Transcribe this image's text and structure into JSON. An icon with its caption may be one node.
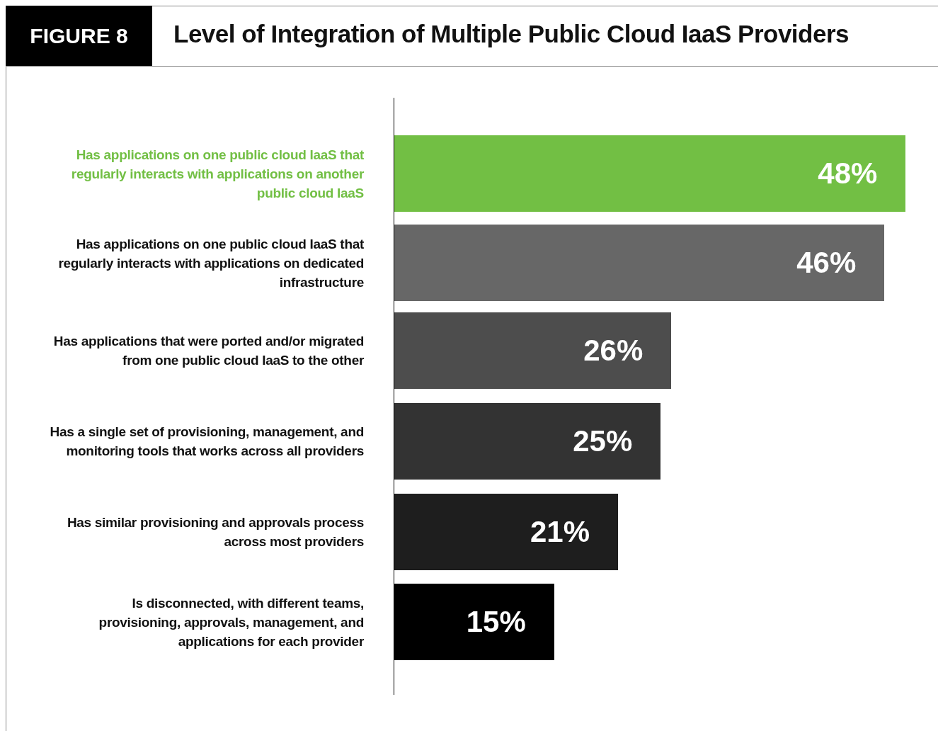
{
  "diagram": {
    "title": "Level of Integration of Multiple Public Cloud IaaS Providers",
    "labels": [
      "FIGURE 8"
    ],
    "chart_data": {
      "type": "bar",
      "orientation": "horizontal",
      "categories": [
        "Has applications on one public cloud IaaS that regularly interacts with applications on another public cloud IaaS",
        "Has applications on one public cloud IaaS that regularly interacts with applications on dedicated infrastructure",
        "Has applications that were ported and/or migrated from one public cloud IaaS to the other",
        "Has a single set of provisioning, management, and monitoring tools that works across all providers",
        "Has similar provisioning and approvals process across most providers",
        "Is disconnected, with different teams, provisioning, approvals, management, and applications for each provider"
      ],
      "values": [
        48,
        46,
        26,
        25,
        21,
        15
      ],
      "value_labels": [
        "48%",
        "46%",
        "26%",
        "25%",
        "21%",
        "15%"
      ]
    }
  }
}
